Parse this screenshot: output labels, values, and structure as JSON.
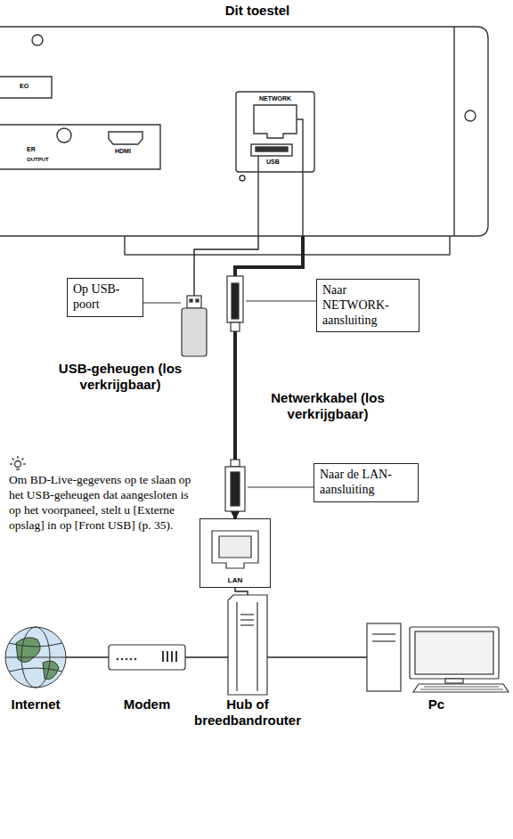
{
  "diagram": {
    "nodes": [
      {
        "text": [
          "Dit toestel"
        ]
      },
      {
        "text": [
          "Op USB-poort"
        ]
      },
      {
        "text": [
          "Naar NETWORK-aansluiting"
        ]
      },
      {
        "text": [
          "USB-geheugen (los verkrijgbaar)"
        ]
      },
      {
        "text": [
          "Naar de LAN-aansluiting"
        ]
      },
      {
        "text": [
          "LAN"
        ]
      },
      {
        "text": [
          "Internet"
        ]
      },
      {
        "text": [
          "Modem"
        ]
      },
      {
        "text": [
          "Hub of breedbandrouter"
        ]
      },
      {
        "text": [
          "Pc"
        ]
      }
    ],
    "edges": [
      {
        "from": 0,
        "to": 3,
        "arrow": "none"
      },
      {
        "from": 0,
        "to": 5,
        "arrow": "to"
      },
      {
        "from": 5,
        "to": 8,
        "arrow": "none"
      },
      {
        "from": 6,
        "to": 7,
        "arrow": "none"
      },
      {
        "from": 7,
        "to": 8,
        "arrow": "none"
      },
      {
        "from": 8,
        "to": 9,
        "arrow": "none"
      }
    ],
    "labels": [
      "EO",
      "NETWORK",
      "HDMI",
      "ER",
      "USB",
      "OUTPUT",
      "Netwerkkabel (los verkrijgbaar)",
      "Om BD-Live-gegevens op te slaan op het USB-geheugen dat aangesloten is op het voorpaneel, stelt u [Externe opslag] in op [Front USB] (p. 35)."
    ]
  }
}
